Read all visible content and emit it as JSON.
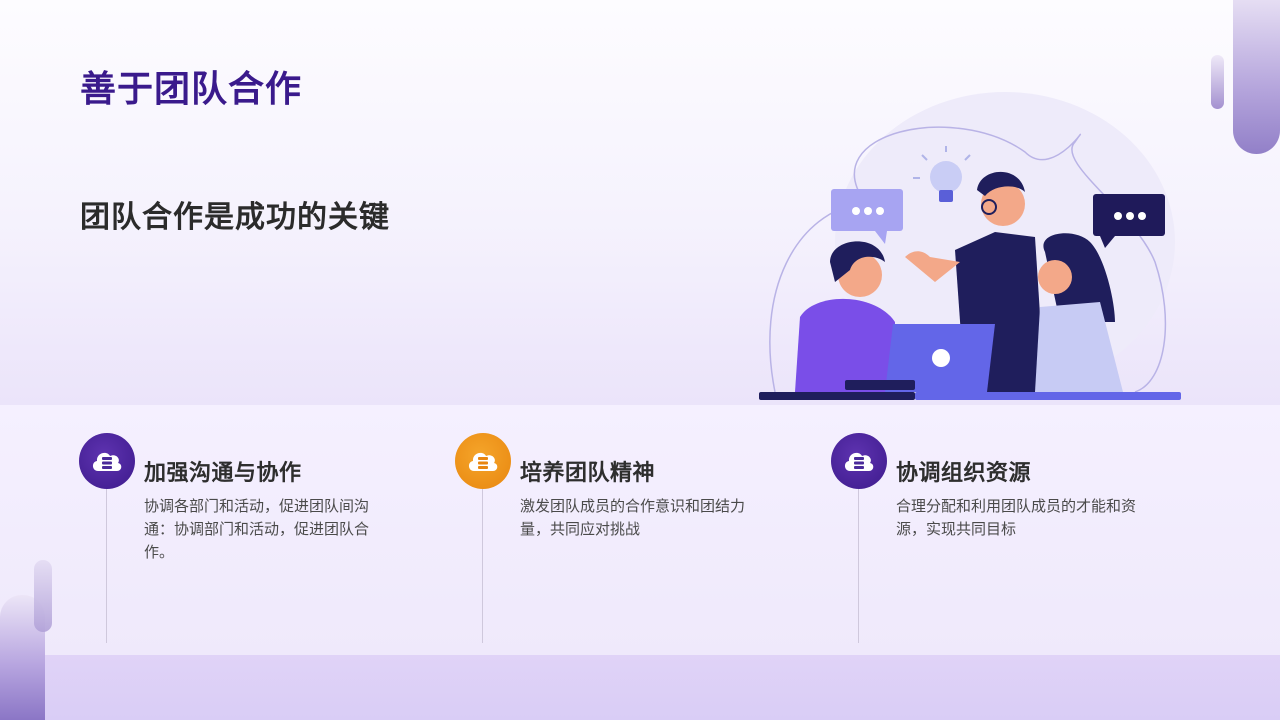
{
  "slide": {
    "title": "善于团队合作",
    "subtitle": "团队合作是成功的关键",
    "colors": {
      "title": "#3a1a8c",
      "subtitle": "#2b2b2b",
      "accent_purple": "#3d1a8c",
      "accent_orange": "#e8860f",
      "bottom_band": "#dbcff6"
    }
  },
  "features": [
    {
      "icon": "cloud-server-icon",
      "color": "purple",
      "title": "加强沟通与协作",
      "description": "协调各部门和活动，促进团队间沟通：协调部门和活动，促进团队合作。"
    },
    {
      "icon": "cloud-server-icon",
      "color": "orange",
      "title": "培养团队精神",
      "description": "激发团队成员的合作意识和团结力量，共同应对挑战"
    },
    {
      "icon": "cloud-server-icon",
      "color": "purple",
      "title": "协调组织资源",
      "description": "合理分配和利用团队成员的才能和资源，实现共同目标"
    }
  ],
  "illustration": {
    "subject": "team-collaboration-illustration",
    "elements": [
      "speech-bubble-light",
      "lightbulb",
      "speech-bubble-dark",
      "laptop",
      "three-people"
    ]
  }
}
